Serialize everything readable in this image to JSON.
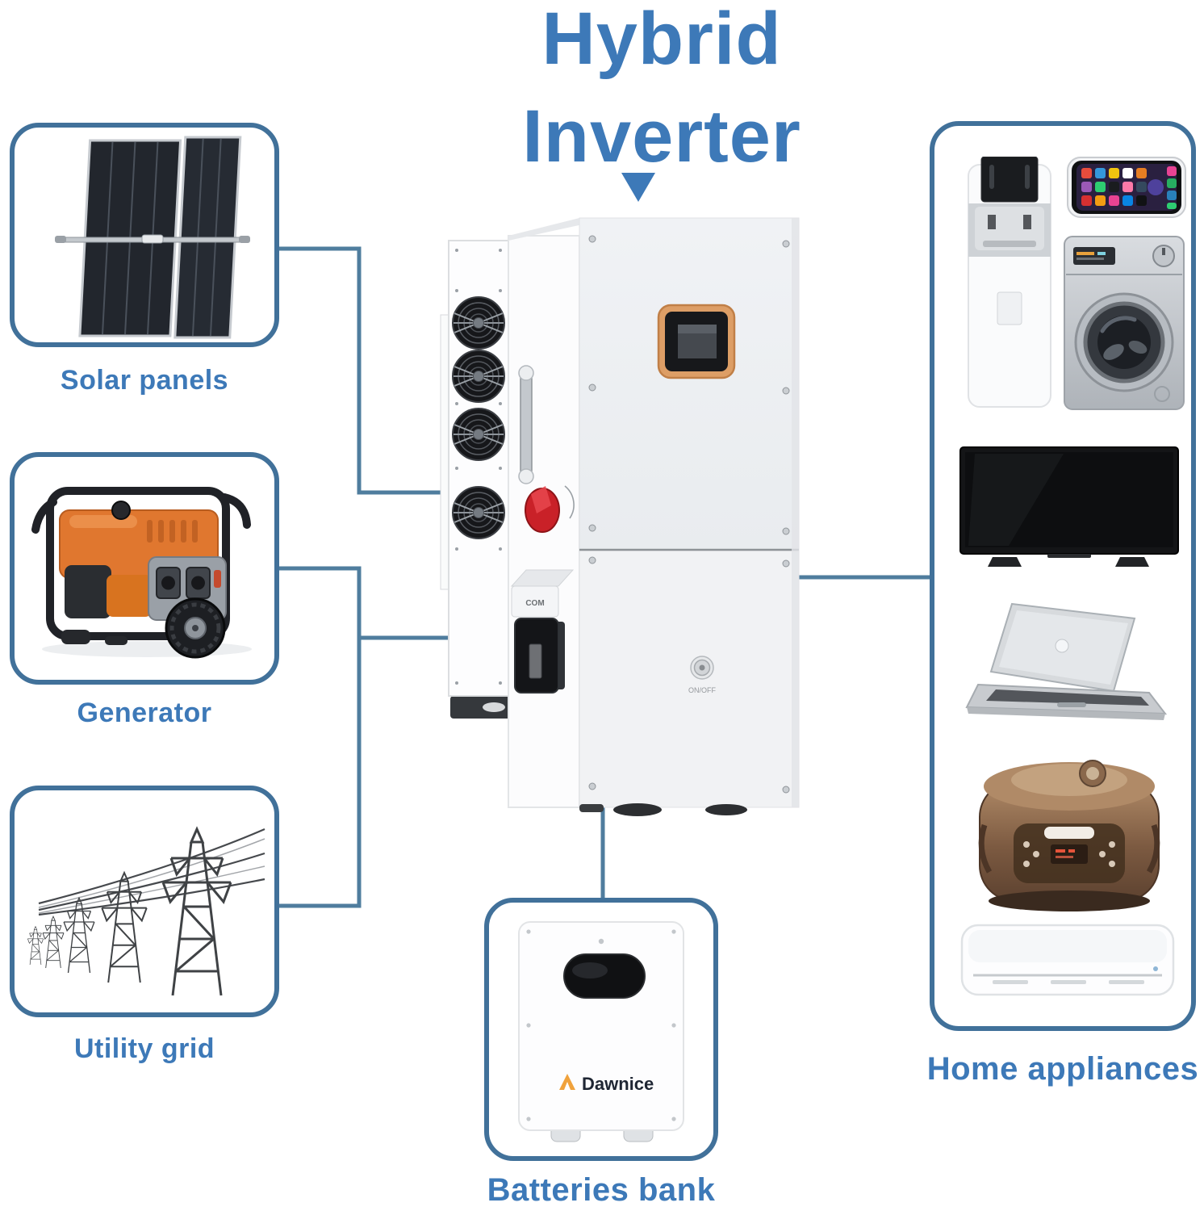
{
  "title": {
    "line1": "Hybrid",
    "line2": "Inverter"
  },
  "sources": [
    {
      "id": "solar-panels",
      "label": "Solar panels"
    },
    {
      "id": "generator",
      "label": "Generator"
    },
    {
      "id": "utility-grid",
      "label": "Utility grid"
    }
  ],
  "inverter": {
    "com_label": "COM",
    "onoff_label": "ON/OFF"
  },
  "battery": {
    "brand": "Dawnice",
    "label": "Batteries bank"
  },
  "appliances": {
    "label": "Home appliances",
    "items": [
      "water-dispenser",
      "smartphone",
      "washing-machine",
      "television",
      "laptop",
      "rice-cooker",
      "air-conditioner"
    ]
  },
  "colors": {
    "title_blue": "#3d79b8",
    "label_blue": "#3d79b8",
    "box_border_blue": "#41719a",
    "connector_line": "#4f7d9e",
    "screen_frame_copper": "#dd9e66",
    "knob_red": "#c92128",
    "generator_orange": "#e0772f"
  }
}
